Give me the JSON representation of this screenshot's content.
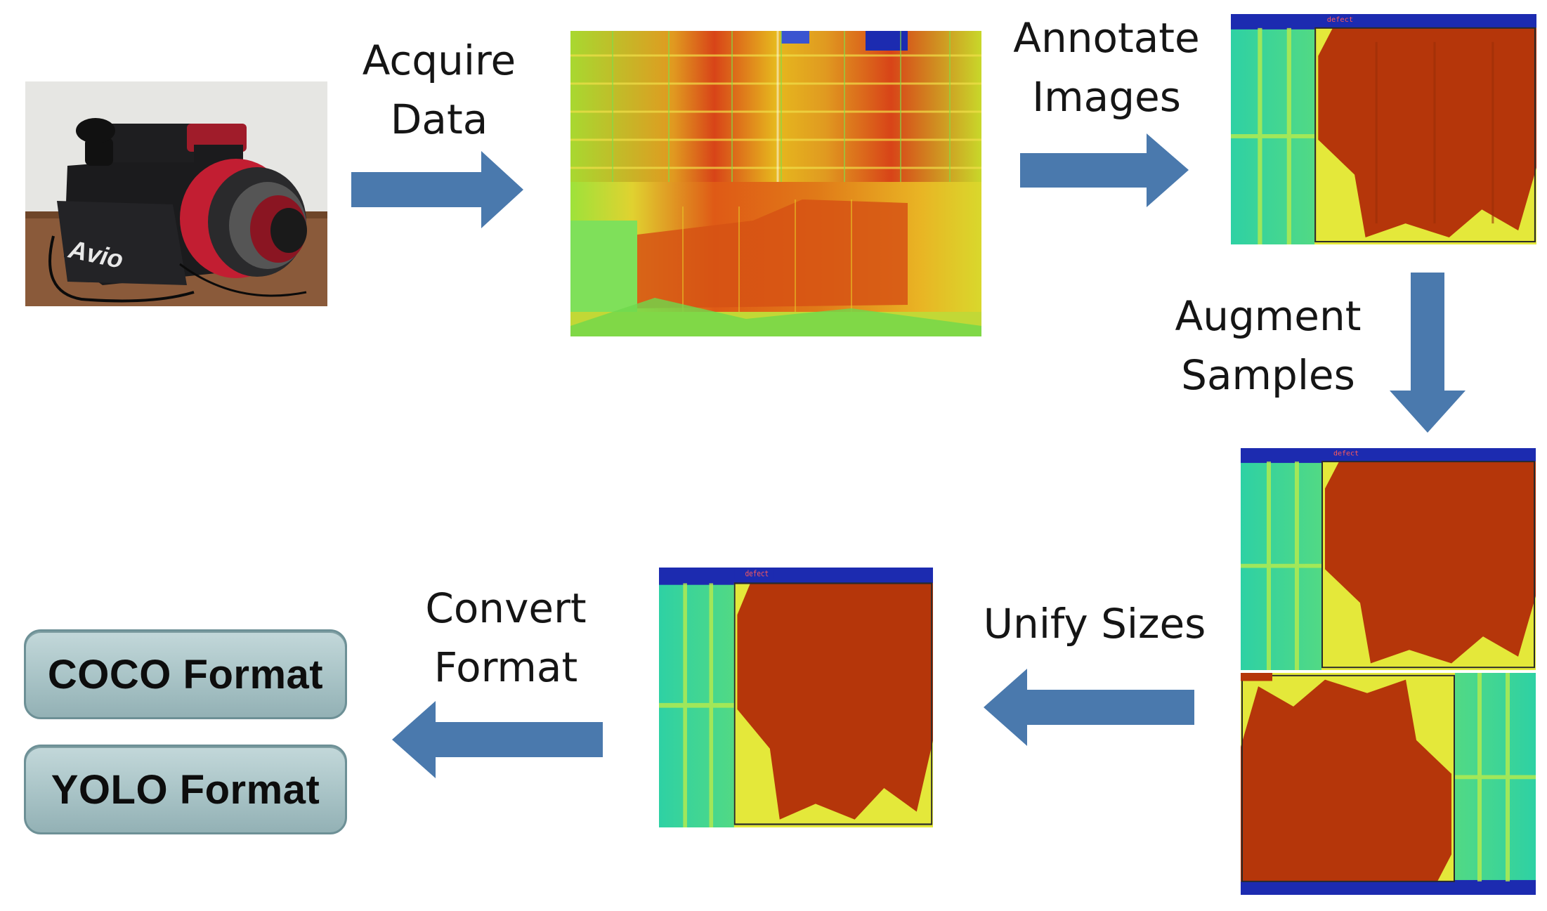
{
  "steps": {
    "acquire": [
      "Acquire",
      "Data"
    ],
    "annotate": [
      "Annotate",
      "Images"
    ],
    "augment": [
      "Augment",
      "Samples"
    ],
    "unify": [
      "Unify Sizes"
    ],
    "convert": [
      "Convert",
      "Format"
    ]
  },
  "outputs": {
    "coco": "COCO Format",
    "yolo": "YOLO Format"
  },
  "camera": {
    "brand": "Avio"
  },
  "annotation": {
    "class_label": "defect"
  },
  "colors": {
    "arrow": "#4a79ad",
    "hot": "#b23a0a",
    "warm": "#e8d82a",
    "cool": "#3fd47a",
    "cold": "#1c2bb0",
    "box_fill": "#a8c3c6",
    "box_border": "#6d9096"
  }
}
